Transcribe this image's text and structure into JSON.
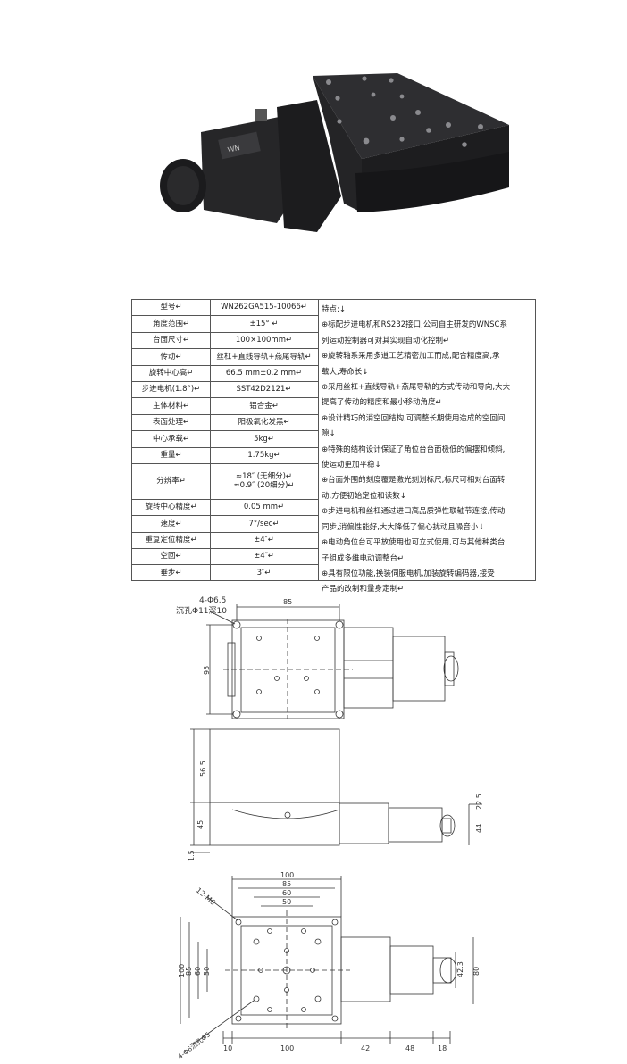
{
  "photo": {
    "brand_label": "WN"
  },
  "table": {
    "rows": [
      {
        "label": "型号↵",
        "value": [
          "WN262GA515-10066↵"
        ]
      },
      {
        "label": "角度范围↵",
        "value": [
          "±15° ↵"
        ]
      },
      {
        "label": "台面尺寸↵",
        "value": [
          "100×100mm↵"
        ]
      },
      {
        "label": "传动↵",
        "value": [
          "丝杠+直线导轨+燕尾导轨↵"
        ]
      },
      {
        "label": "旋转中心高↵",
        "value": [
          "66.5 mm±0.2 mm↵"
        ]
      },
      {
        "label": "步进电机(1.8°)↵",
        "value": [
          "SST42D2121↵"
        ]
      },
      {
        "label": "主体材料↵",
        "value": [
          "铝合金↵"
        ]
      },
      {
        "label": "表面处理↵",
        "value": [
          "阳极氧化发黑↵"
        ]
      },
      {
        "label": "中心承载↵",
        "value": [
          "5kg↵"
        ]
      },
      {
        "label": "重量↵",
        "value": [
          "1.75kg↵"
        ]
      },
      {
        "label": "分辨率↵",
        "value": [
          "≈18″ (无细分)↵",
          "≈0.9″ (20细分)↵"
        ]
      },
      {
        "label": "旋转中心精度↵",
        "value": [
          "0.05 mm↵"
        ]
      },
      {
        "label": "速度↵",
        "value": [
          "7°/sec↵"
        ]
      },
      {
        "label": "重复定位精度↵",
        "value": [
          "±4″↵"
        ]
      },
      {
        "label": "空回↵",
        "value": [
          "±4″↵"
        ]
      },
      {
        "label": "垂步↵",
        "value": [
          "3″↵"
        ]
      }
    ],
    "features": [
      "特点:↓",
      "⊕标配步进电机和RS232接口,公司自主研发的WNSC系",
      "列运动控制器可对其实现自动化控制↵",
      "⊕旋转轴系采用多道工艺精密加工而成,配合精度高,承",
      "载大,寿命长↓",
      "⊕采用丝杠+直线导轨+燕尾导轨的方式传动和导向,大大",
      "提高了传动的精度和最小移动角度↵",
      "⊕设计精巧的消空回结构,可调整长期使用造成的空回间",
      "隙↓",
      "⊕特殊的结构设计保证了角位台台面极低的偏摆和倾斜,",
      "使运动更加平稳↓",
      "⊕台面外围的刻度覆是激光刻划标尺,标尺可相对台面转",
      "动,方便初始定位和读数↓",
      "⊕步进电机和丝杠通过进口高品质弹性联轴节连接,传动",
      "同步,消偏性能好,大大降低了偏心扰动且噪音小↓",
      "⊕电动角位台可平放使用也可立式使用,可与其他种类台",
      "子组成多维电动调整台↵",
      "⊕具有限位功能,换装伺服电机,加装旋转编码器,接受",
      "产品的改制和量身定制↵"
    ]
  },
  "drawing_top": {
    "hole_note": "4-Φ6.5",
    "hole_note2": "沉孔Φ11深10",
    "dim_85": "85",
    "dim_95": "95",
    "dim_565": "56.5",
    "dim_45": "45",
    "dim_15": "1.5",
    "dim_225": "22.5",
    "dim_44": "44"
  },
  "drawing_bottom": {
    "dim_100": "100",
    "dim_85": "85",
    "dim_60": "60",
    "dim_50": "50",
    "dim_12m6": "12-M6",
    "dim_100v": "100",
    "dim_85v": "85",
    "dim_60v": "60",
    "dim_50v": "50",
    "dim_423": "42.3",
    "dim_80": "80",
    "hole_note": "4-Φ6沉孔Φ5",
    "b_10": "10",
    "b_100": "100",
    "b_42": "42",
    "b_48": "48",
    "b_18": "18"
  },
  "colors": {
    "stage": "#2b2b2d",
    "stage_dark": "#1a1a1c",
    "line": "#333333"
  }
}
